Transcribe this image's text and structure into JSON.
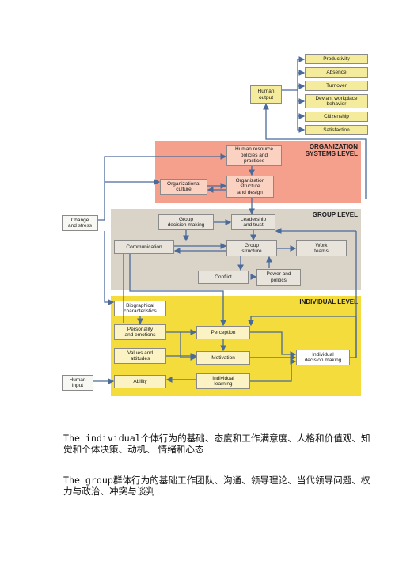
{
  "levels": {
    "organization": {
      "title": "ORGANIZATION\nSYSTEMS LEVEL",
      "color": "#f5a08c"
    },
    "group": {
      "title": "GROUP LEVEL",
      "color": "#d9d3c8"
    },
    "individual": {
      "title": "INDIVIDUAL LEVEL",
      "color": "#f3dc3c"
    }
  },
  "outputs": [
    "Productivity",
    "Absence",
    "Turnover",
    "Deviant workplace\nbehavior",
    "Citizenship",
    "Satisfaction"
  ],
  "nodes": {
    "human_output": "Human\noutput",
    "hr_policies": "Human resource\npolicies and\npractices",
    "org_culture": "Organizational\nculture",
    "org_structure": "Organization\nstructure\nand design",
    "change_stress": "Change\nand stress",
    "group_decision": "Group\ndecision making",
    "leadership": "Leadership\nand trust",
    "communication": "Communication",
    "group_structure": "Group\nstructure",
    "work_teams": "Work\nteams",
    "conflict": "Conflict",
    "power": "Power and\npolitics",
    "biographical": "Biographical\ncharacteristics",
    "personality": "Personality\nand emotions",
    "values": "Values and\nattitudes",
    "ability": "Ability",
    "perception": "Perception",
    "motivation": "Motivation",
    "learning": "Individual\nlearning",
    "individual_decision": "Individual\ndecision making",
    "human_input": "Human\ninput"
  },
  "captions": [
    {
      "en": "The individual",
      "zh": "个体行为的基础、态度和工作满意度、人格和价值观、知觉和个体决策、动机、 情绪和心态"
    },
    {
      "en": "The group",
      "zh": "群体行为的基础工作团队、沟通、领导理论、当代领导问题、权力与政治、冲突与谈判"
    }
  ]
}
